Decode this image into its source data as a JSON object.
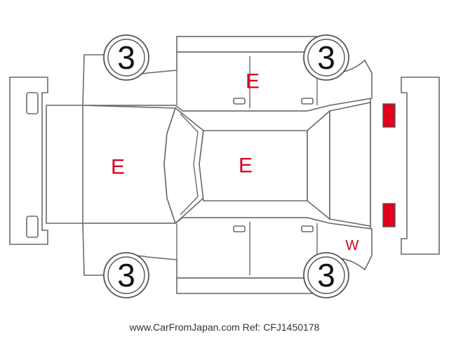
{
  "wheels": [
    {
      "position": "front-left",
      "grade": "3"
    },
    {
      "position": "rear-left",
      "grade": "3"
    },
    {
      "position": "front-right",
      "grade": "3"
    },
    {
      "position": "rear-right",
      "grade": "3"
    }
  ],
  "marks": [
    {
      "area": "right-side-panel",
      "code": "E"
    },
    {
      "area": "hood",
      "code": "E"
    },
    {
      "area": "roof",
      "code": "E"
    },
    {
      "area": "left-rear-fender",
      "code": "W"
    }
  ],
  "lamp_colors": {
    "front": "#f2e600",
    "rear": "#e0001b"
  },
  "mark_color": "#d5001c",
  "footer": "www.CarFromJapan.com Ref: CFJ1450178"
}
